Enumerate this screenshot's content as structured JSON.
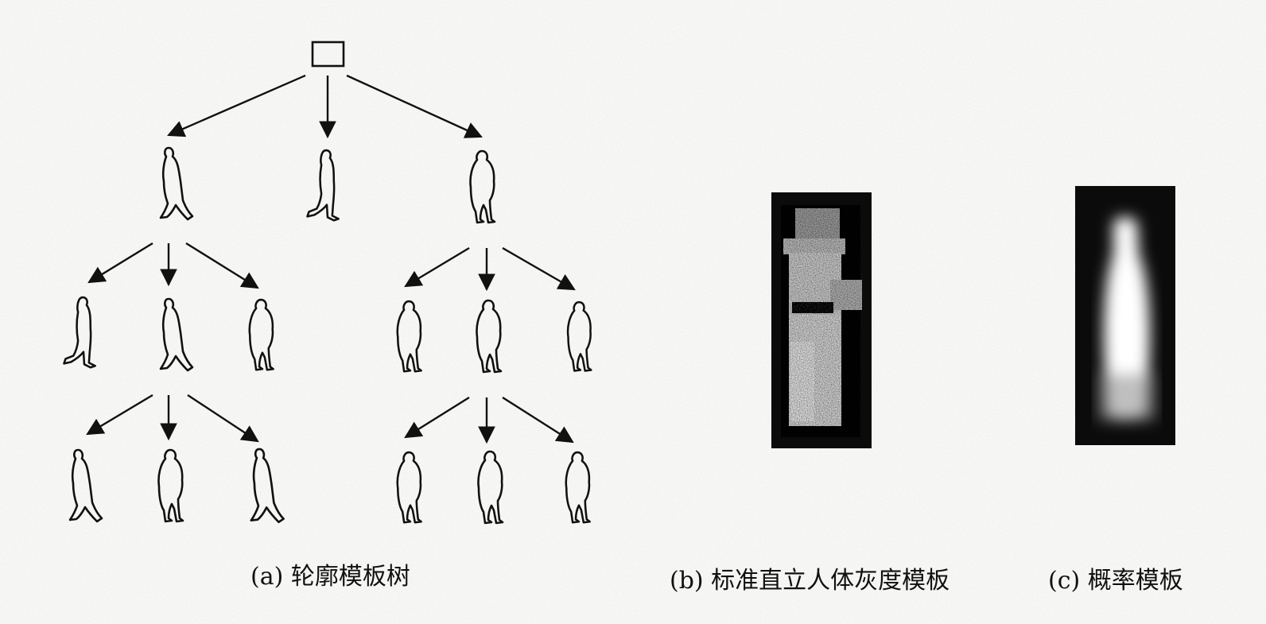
{
  "figure": {
    "captions": {
      "a": "(a) 轮廓模板树",
      "b": "(b) 标准直立人体灰度模板",
      "c": "(c) 概率模板"
    },
    "tree": {
      "root": {
        "shape": "box"
      },
      "levels": [
        {
          "level": 1,
          "silhouette_count": 3
        },
        {
          "level": 2,
          "silhouette_count": 6
        },
        {
          "level": 3,
          "silhouette_count": 6
        }
      ]
    },
    "templates": [
      {
        "kind": "grayscale-upright-human"
      },
      {
        "kind": "probability"
      }
    ],
    "colors": {
      "ink": "#111111",
      "paper": "#f7f7f5",
      "template_bg": "#0b0b0b"
    }
  }
}
